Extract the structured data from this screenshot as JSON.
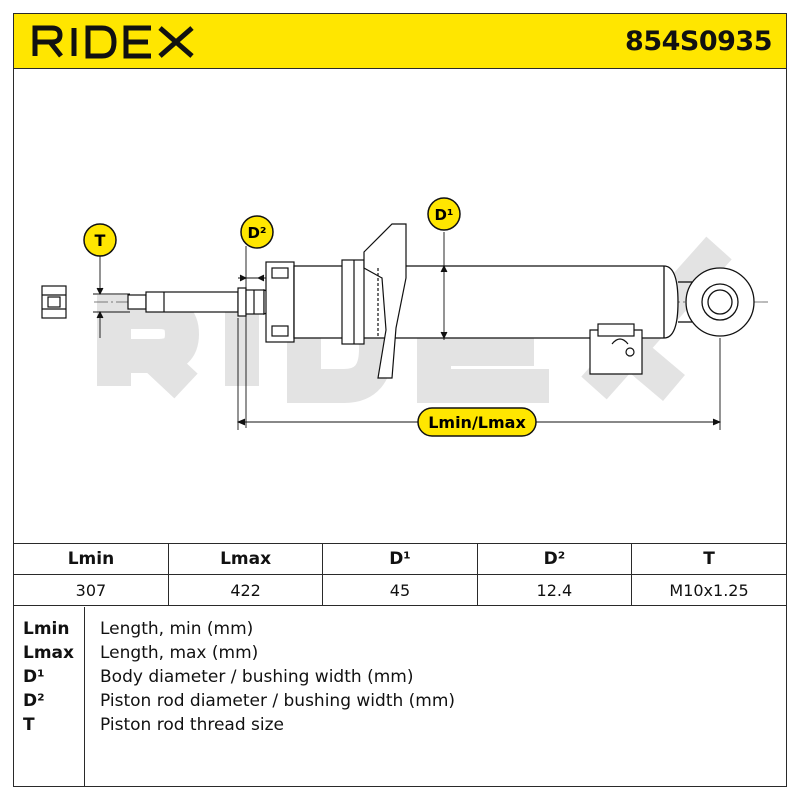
{
  "brand": {
    "logo_text": "RIDEX",
    "part_number": "854S0935",
    "header_color": "#ffe600",
    "watermark_text": "RIDEX"
  },
  "diagram": {
    "labels": {
      "t": "T",
      "d2": "D²",
      "d1": "D¹",
      "length": "Lmin/Lmax"
    },
    "badge_color": "#ffe600"
  },
  "specs": {
    "headers": [
      "Lmin",
      "Lmax",
      "D¹",
      "D²",
      "T"
    ],
    "values": [
      "307",
      "422",
      "45",
      "12.4",
      "M10x1.25"
    ]
  },
  "legend": [
    {
      "key": "Lmin",
      "desc": "Length, min (mm)"
    },
    {
      "key": "Lmax",
      "desc": "Length, max (mm)"
    },
    {
      "key": "D¹",
      "desc": "Body diameter / bushing width (mm)"
    },
    {
      "key": "D²",
      "desc": "Piston rod diameter / bushing width (mm)"
    },
    {
      "key": "T",
      "desc": "Piston rod thread size"
    }
  ]
}
